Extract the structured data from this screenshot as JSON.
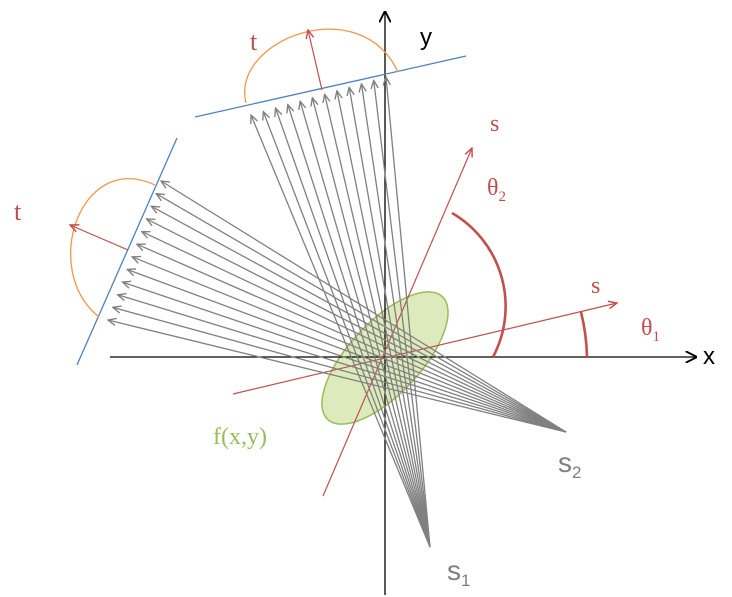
{
  "labels": {
    "x_axis": "x",
    "y_axis": "y",
    "t_top": "t",
    "t_left": "t",
    "s_top": "s",
    "s_right": "s",
    "theta1": "θ",
    "theta1_sub": "1",
    "theta2": "θ",
    "theta2_sub": "2",
    "source1": "s",
    "source1_sub": "1",
    "source2": "s",
    "source2_sub": "2",
    "object": "f(x,y)"
  },
  "colors": {
    "axis": "#000000",
    "rays": "#808080",
    "angle": "#c0504d",
    "detector": "#4f81bd",
    "profile": "#f79646",
    "object_fill": "#d7e8b0",
    "object_stroke": "#9bbb59"
  }
}
